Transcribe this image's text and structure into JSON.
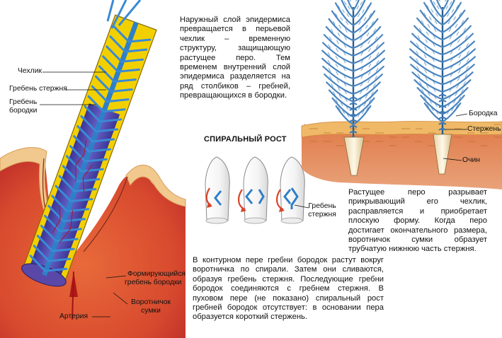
{
  "paragraphs": {
    "top": "Наружный слой эпидермиса превращается в перьевой чехлик – временную структуру, защищающую растущее перо. Тем временем внутренний слой эпидермиса разделяется на ряд столбиков – гребней, превращающихся в бородки.",
    "right": "Растущее перо разрывает прикрывающий его чехлик, расправляется и приобретает плоскую форму. Когда перо достигает окончательного размера, воротничок сумки образует трубчатую нижнюю часть стержня.",
    "bottom": "В контурном пере гребни бородок растут вокруг воротничка по спирали. Затем они сливаются, образуя гребень стержня. Последующие гребни бородок соединяются с гребнем стержня. В пуховом пере (не показано) спиральный рост гребней бородок отсутствует: в основании пера образуется короткий стержень."
  },
  "spiral_title": "СПИРАЛЬНЫЙ РОСТ",
  "labels": {
    "sheath": "Чехлик",
    "shaft_ridge": "Гребень стержня",
    "barb_ridge_1": "Гребень",
    "barb_ridge_2": "бородки",
    "forming_1": "Формирующийся",
    "forming_2": "гребень бородки",
    "collar_1": "Воротничок",
    "collar_2": "сумки",
    "artery": "Артерия",
    "cone_ridge_1": "Гребень",
    "cone_ridge_2": "стержня",
    "barb": "Бородка",
    "shaft": "Стержень",
    "calamus": "Очин"
  },
  "colors": {
    "skin": "#e0502c",
    "skin_dark": "#c8342a",
    "epidermis": "#f1c98e",
    "sheath": "#f2d000",
    "pulp": "#4b48b0",
    "ridge": "#2f7fc8",
    "arrow": "#d9452b"
  }
}
